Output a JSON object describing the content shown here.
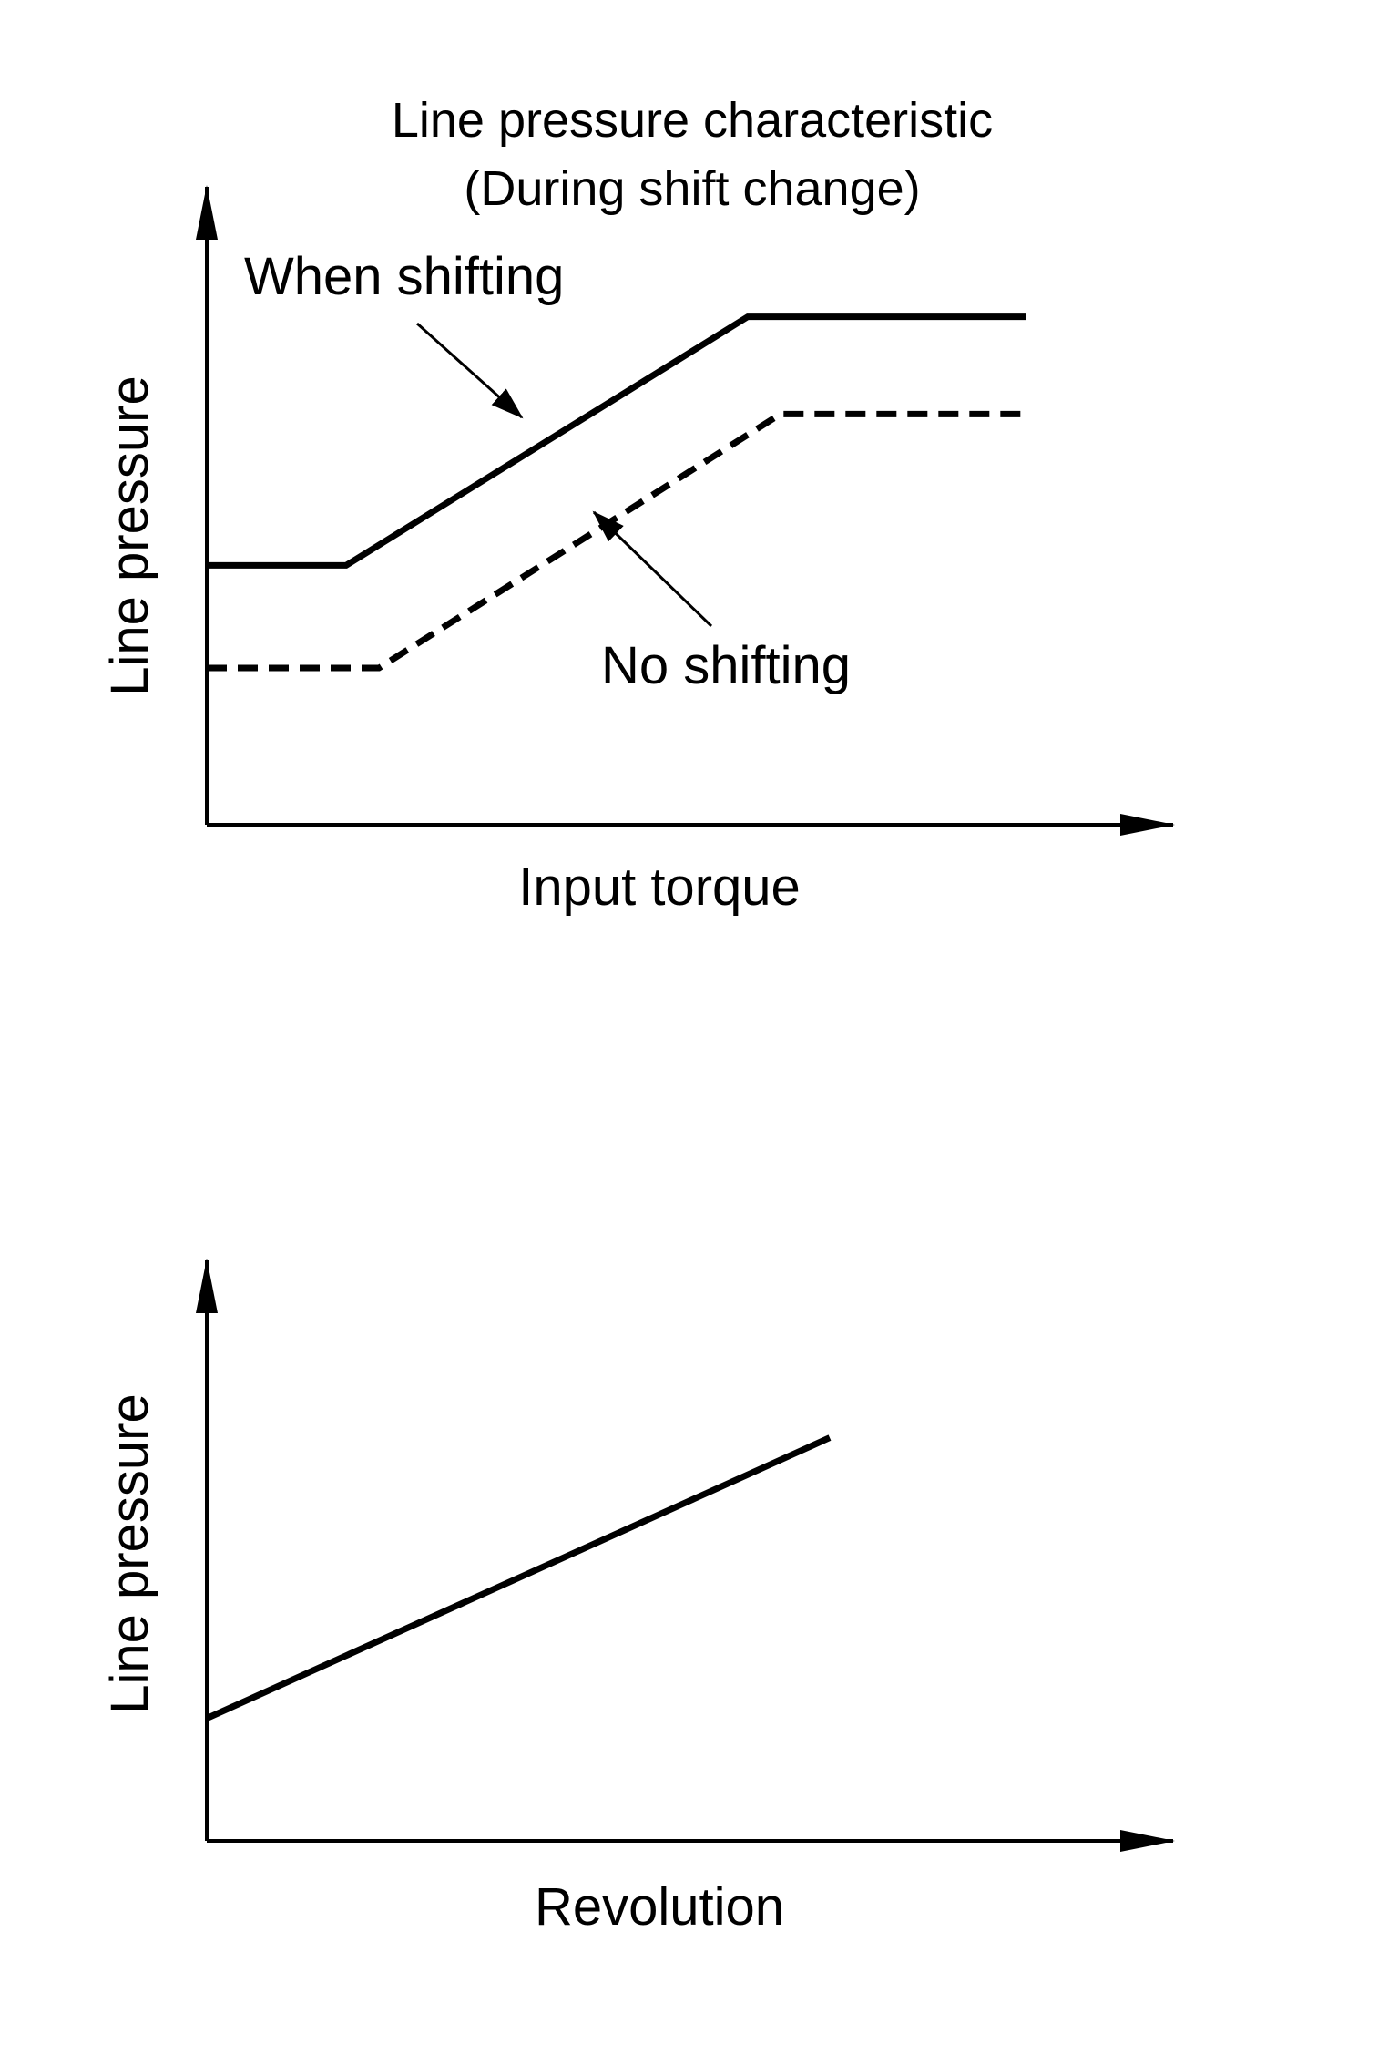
{
  "chart_data": [
    {
      "type": "line",
      "title": "Line pressure characteristic",
      "subtitle": "(During shift change)",
      "xlabel": "Input torque",
      "ylabel": "Line pressure",
      "grid": false,
      "ticks": false,
      "series": [
        {
          "name": "When shifting",
          "style": "solid",
          "points": [
            [
              0,
              48
            ],
            [
              17,
              48
            ],
            [
              66,
              94
            ],
            [
              100,
              94
            ]
          ]
        },
        {
          "name": "No shifting",
          "style": "dashed",
          "points": [
            [
              0,
              29
            ],
            [
              21,
              29
            ],
            [
              70,
              76
            ],
            [
              100,
              76
            ]
          ]
        }
      ],
      "annotations": [
        "When shifting",
        "No shifting"
      ],
      "xlim": [
        0,
        100
      ],
      "ylim": [
        0,
        100
      ]
    },
    {
      "type": "line",
      "xlabel": "Revolution",
      "ylabel": "Line pressure",
      "grid": false,
      "ticks": false,
      "series": [
        {
          "style": "solid",
          "points": [
            [
              0,
              24
            ],
            [
              76,
              79
            ]
          ]
        }
      ],
      "xlim": [
        0,
        100
      ],
      "ylim": [
        0,
        100
      ]
    }
  ]
}
